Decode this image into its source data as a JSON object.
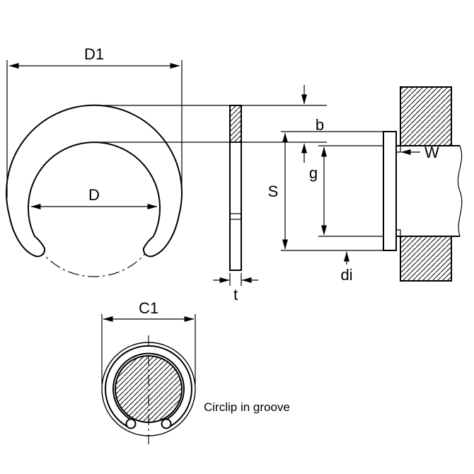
{
  "diagram": {
    "caption": "Circlip in groove",
    "labels": {
      "d1": "D1",
      "b": "b",
      "d": "D",
      "t": "t",
      "s": "S",
      "g": "g",
      "w": "W",
      "di": "di",
      "c1": "C1"
    },
    "colors": {
      "line": "#000000",
      "background": "#ffffff"
    }
  }
}
